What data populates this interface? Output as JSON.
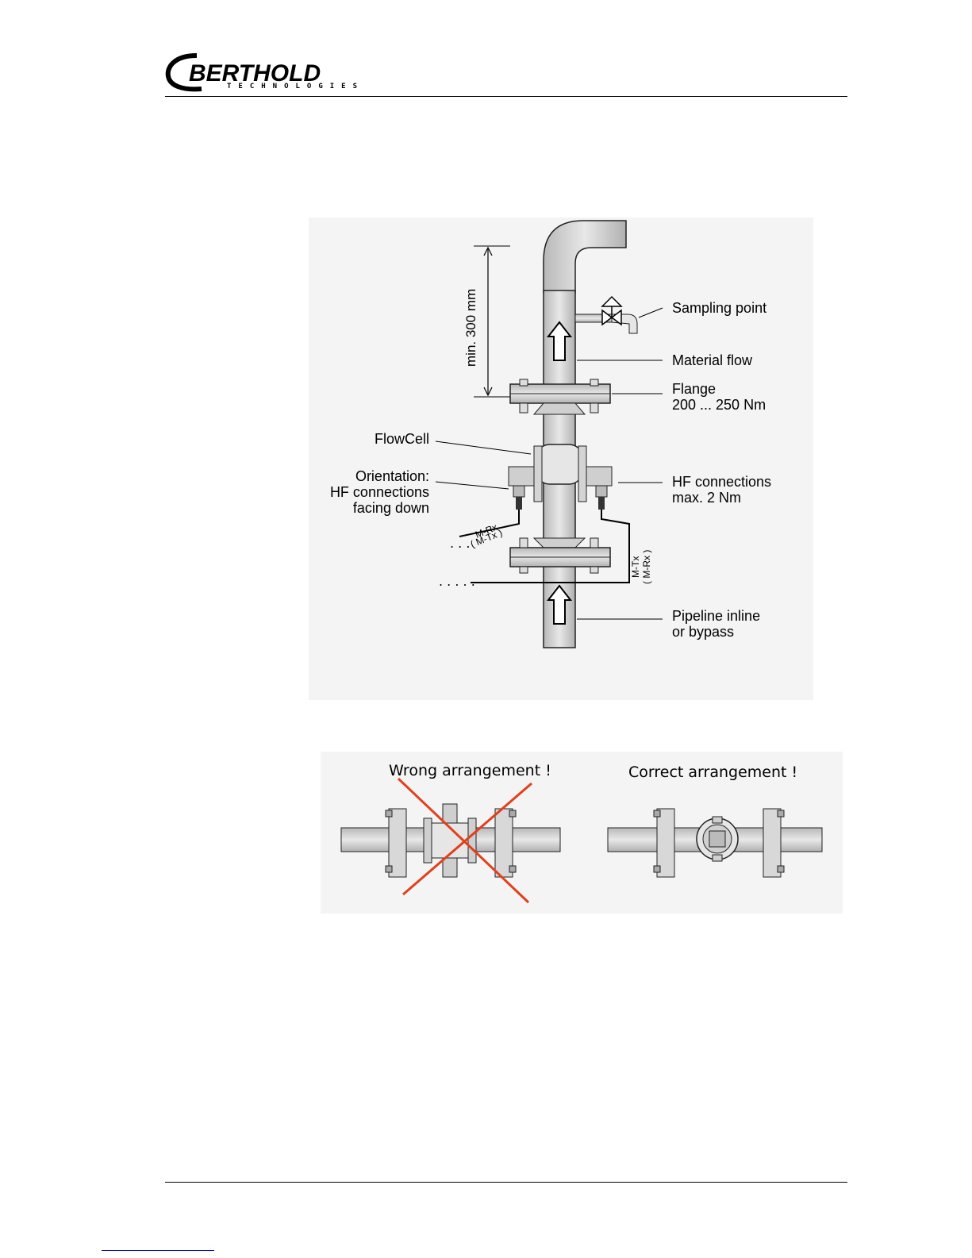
{
  "header": {
    "logo_name": "BERTHOLD",
    "logo_tagline": "TECHNOLOGIES"
  },
  "figure_install": {
    "dimension_label": "min. 300 mm",
    "sampling_point": "Sampling point",
    "material_flow": "Material flow",
    "flange_line1": "Flange",
    "flange_line2": "200 ... 250 Nm",
    "flowcell": "FlowCell",
    "orientation_line1": "Orientation:",
    "orientation_line2": "HF connections",
    "orientation_line3": "facing down",
    "hf_line1": "HF connections",
    "hf_line2": "max. 2 Nm",
    "left_cable_line1": "M-Rx",
    "left_cable_line2": "( M-Tx )",
    "right_cable_line1": "M-Tx",
    "right_cable_line2": "( M-Rx )",
    "pipeline_line1": "Pipeline inline",
    "pipeline_line2": "or bypass"
  },
  "figure_arrangement": {
    "wrong": "Wrong arrangement !",
    "correct": "Correct arrangement !",
    "cross_color": "#e0401c"
  }
}
